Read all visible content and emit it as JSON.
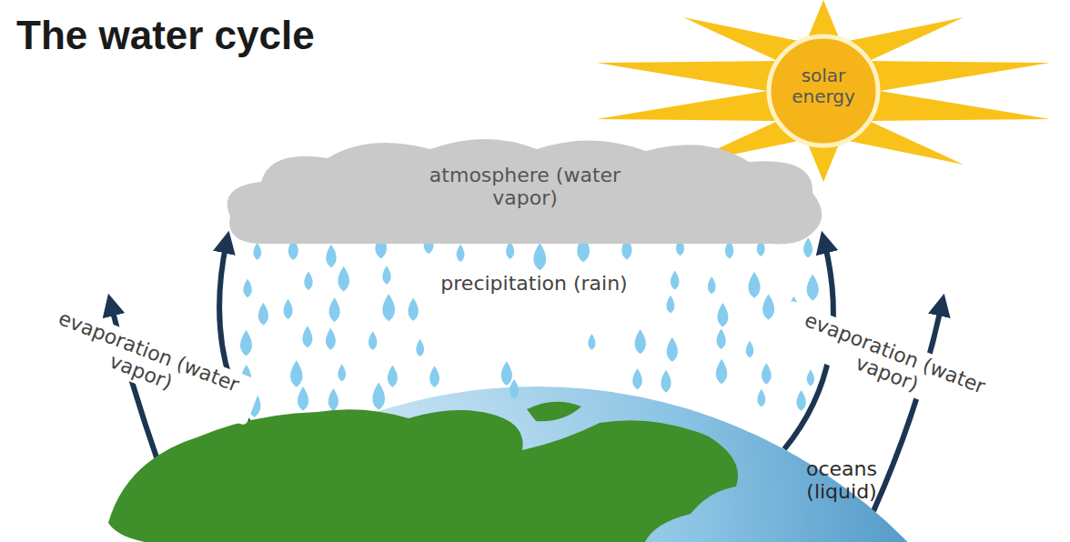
{
  "diagram": {
    "title": "The water cycle",
    "nodes": [
      {
        "text": [
          "solar energy"
        ]
      },
      {
        "text": [
          "atmosphere (water vapor)"
        ]
      },
      {
        "text": [
          "oceans (liquid)"
        ]
      }
    ],
    "edges": [
      {
        "from": 2,
        "to": 1,
        "arrow": "to"
      },
      {
        "from": 2,
        "to": 1,
        "arrow": "to"
      }
    ],
    "labels": [
      "precipitation (rain)",
      "evaporation (water vapor)",
      "evaporation (water vapor)"
    ]
  }
}
